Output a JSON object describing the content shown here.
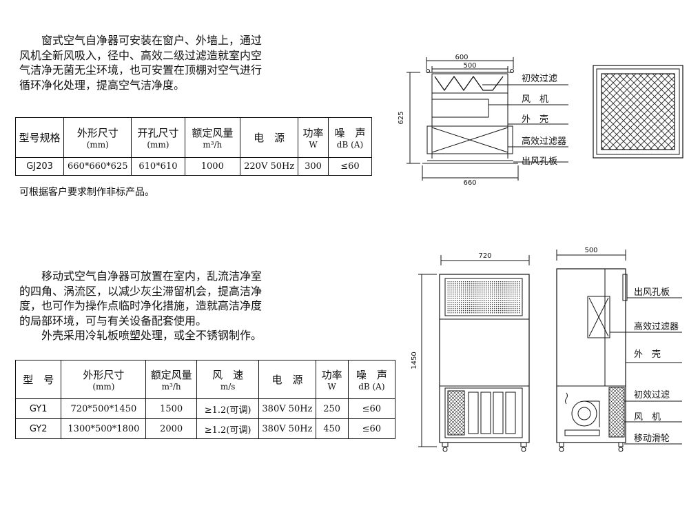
{
  "section1": {
    "paragraph": [
      "窗式空气自净器可安装在窗户、外墙上，通过",
      "风机全新风吸入，径中、高效二级过滤造就室内空",
      "气洁净无菌无尘环境，也可安置在顶棚对空气进行",
      "循环净化处理，提高空气洁净度。"
    ],
    "table": {
      "headers": [
        {
          "main": "型号规格",
          "sub": ""
        },
        {
          "main": "外形尺寸",
          "sub": "(mm)"
        },
        {
          "main": "开孔尺寸",
          "sub": "(mm)"
        },
        {
          "main": "额定风量",
          "sub": "m³/h"
        },
        {
          "main": "电　源",
          "sub": ""
        },
        {
          "main": "功率",
          "sub": "W"
        },
        {
          "main": "噪　声",
          "sub": "dB (A)"
        }
      ],
      "rows": [
        [
          "GJ203",
          "660*660*625",
          "610*610",
          "1000",
          "220V 50Hz",
          "300",
          "≤60"
        ]
      ]
    },
    "note": "可根据客户要求制作非标产品。",
    "diagram": {
      "dims": {
        "top_outer": "600",
        "top_inner": "500",
        "height": "625",
        "bottom": "660"
      },
      "labels": [
        "初效过滤",
        "风　机",
        "外　壳",
        "高效过滤器",
        "出风孔板"
      ]
    }
  },
  "section2": {
    "paragraph": [
      "移动式空气自净器可放置在室内，乱流洁净室",
      "的四角、涡流区，以减少灰尘滞留机会，提高洁净",
      "度，也可作为操作点临时净化措施，造就高洁净度",
      "的局部环境，可与有关设备配套使用。",
      "外壳采用冷轧板喷塑处理，或全不锈钢制作。"
    ],
    "table": {
      "headers": [
        {
          "main": "型　号",
          "sub": ""
        },
        {
          "main": "外形尺寸",
          "sub": "(mm)"
        },
        {
          "main": "额定风量",
          "sub": "m³/h"
        },
        {
          "main": "风　速",
          "sub": "m/s"
        },
        {
          "main": "电　源",
          "sub": ""
        },
        {
          "main": "功率",
          "sub": "W"
        },
        {
          "main": "噪　声",
          "sub": "dB (A)"
        }
      ],
      "rows": [
        [
          "GY1",
          "720*500*1450",
          "1500",
          "≥1.2(可调)",
          "380V 50Hz",
          "250",
          "≤60"
        ],
        [
          "GY2",
          "1300*500*1800",
          "2000",
          "≥1.2(可调)",
          "380V 50Hz",
          "450",
          "≤60"
        ]
      ]
    },
    "diagram": {
      "dims": {
        "width": "720",
        "depth": "500",
        "height": "1450"
      },
      "labels": [
        "出风孔板",
        "高效过滤器",
        "外　壳",
        "初效过滤",
        "风　机",
        "移动滑轮"
      ]
    }
  }
}
